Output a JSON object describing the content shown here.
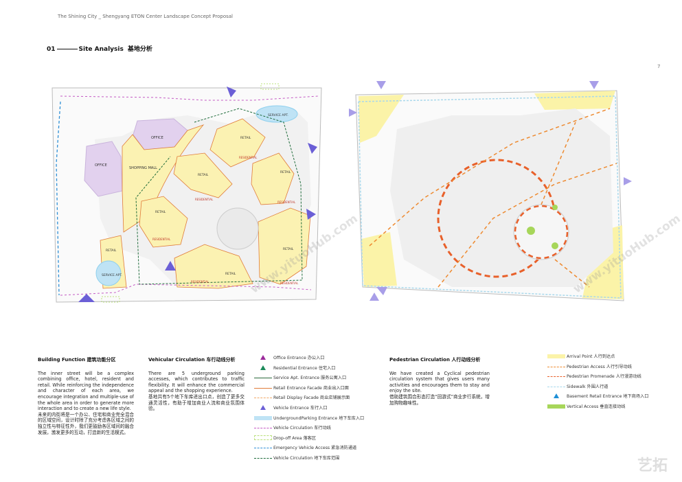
{
  "header": {
    "title": "The Shining City _ Shengyang ETON Center Landscape Concept Proposal",
    "page_number": "7"
  },
  "section": {
    "number": "01",
    "title": "Site Analysis",
    "title_cn": "基地分析"
  },
  "left_plan": {
    "labels": {
      "office_1": "OFFICE",
      "office_2": "OFFICE",
      "shopping_mall": "SHOPPING MALL",
      "service_apt_1": "SERVICE APT.",
      "service_apt_2": "SERVICE APT.",
      "retail": "RETAIL",
      "residential": "RESIDENTIAL"
    }
  },
  "blocks": {
    "building": {
      "title": "Building Function 建筑功能分区",
      "body": "The inner street will be a complex combining office, hotel, resident and retail. While reinforcing the independence and character of each area, we encourage integration and multiple-use of the whole area in order to generate more interaction and to create a new life style.",
      "body_cn": "未来的内街将是一个办公、住宅和商业完全混合的区域空间，设计时除了充分考虑各区域之间的独立性与特征性外，我们更鼓励各区域间的融合发展，激发更多的互动，打造新的生活模式。"
    },
    "vehicular": {
      "title": "Vehicular Circulation 车行动线分析",
      "body": "There are 5 underground parking accesses, which contributes to traffic flexibility. It will enhance the commercial appeal and the shopping experience.",
      "body_cn": "基地共有5个地下车库进出口点，创造了更多交通灵活性，有助于增加商业人流和商业氛围体验。"
    },
    "pedestrian": {
      "title": "Pedestrian Circulation 人行动线分析",
      "body": "We have created a Cyclical pedestrian circulation system that gives users many activities and encourages them to stay and enjoy the site.",
      "body_cn": "借助建筑围合形态打造“回游式”商业步行系统，增加购物趣味性。"
    }
  },
  "legend_vehicular": [
    {
      "label": "Office Entrance 办公入口",
      "color": "#9b2a9b",
      "kind": "tri"
    },
    {
      "label": "Residential Entrance 住宅入口",
      "color": "#1b8a5a",
      "kind": "tri"
    },
    {
      "label": "Service Apt. Entrance 服务公寓入口",
      "color": "#2a6a3a",
      "kind": "line"
    },
    {
      "label": "Retail Entrance Facade 商业出入口面",
      "color": "#e07b39",
      "kind": "line"
    },
    {
      "label": "Retail Display Facade 商业店铺展示面",
      "color": "#f0a866",
      "kind": "dash"
    },
    {
      "label": "Vehicle Entrance 车行入口",
      "color": "#6b5fd6",
      "kind": "arrow"
    },
    {
      "label": "UndergroundParking Entrance 地下车库入口",
      "color": "#bfe3f5",
      "kind": "band"
    },
    {
      "label": "Vehicle Circulation 车行动线",
      "color": "#c45ac4",
      "kind": "dash"
    },
    {
      "label": "Drop-off Area 落客区",
      "color": "#b9e07a",
      "kind": "box"
    },
    {
      "label": "Emergency Vehicle Access 紧急消防通道",
      "color": "#2e8fd6",
      "kind": "dash"
    },
    {
      "label": "Vehicle Circulation 地下车库范围",
      "color": "#1e6b3a",
      "kind": "dash"
    }
  ],
  "legend_pedestrian": [
    {
      "label": "Arrival Point 人行到达点",
      "color": "#fbf3a8",
      "kind": "band"
    },
    {
      "label": "Pedestrian Access 人行引导动线",
      "color": "#ee8a30",
      "kind": "dash"
    },
    {
      "label": "Pedestrian Promenade 人行漫游动线",
      "color": "#e8602a",
      "kind": "dash"
    },
    {
      "label": "Sidewalk 外围人行道",
      "color": "#a8d8ec",
      "kind": "dash"
    },
    {
      "label": "Basement Retail Entrance 地下商场入口",
      "color": "#1e8fd6",
      "kind": "tri"
    },
    {
      "label": "Vertical Access 垂直连接动线",
      "color": "#a7d65a",
      "kind": "band"
    }
  ],
  "watermark": {
    "text": "www.yituoHub.com",
    "logo": "艺拓"
  },
  "colors": {
    "yellow": "#fbf2b2",
    "purple": "#e2d1ee",
    "orange": "#e8602a",
    "green": "#a7d65a",
    "blue": "#8ed0ee"
  }
}
